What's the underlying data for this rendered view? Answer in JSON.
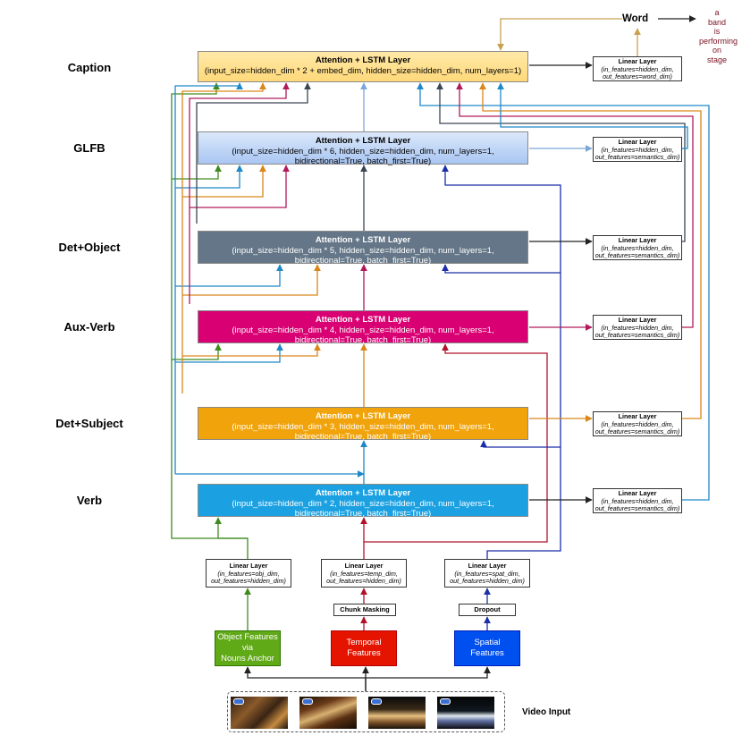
{
  "rows": [
    {
      "key": "caption",
      "label": "Caption",
      "title": "Attention + LSTM Layer",
      "params": "(input_size=hidden_dim * 2 + embed_dim, hidden_size=hidden_dim, num_layers=1)",
      "bg": "#ffe9a8",
      "bg2": "#ffd97a",
      "linear_title": "Linear Layer",
      "linear_params": "(in_features=hidden_dim,\nout_features=word_dim)"
    },
    {
      "key": "glfb",
      "label": "GLFB",
      "title": "Attention + LSTM Layer",
      "params": "(input_size=hidden_dim * 6, hidden_size=hidden_dim, num_layers=1,\nbidirectional=True, batch_first=True)",
      "bg": "#dbe8fb",
      "bg2": "#a9c6f2",
      "linear_title": "Linear Layer",
      "linear_params": "(in_features=hidden_dim,\nout_features=semantics_dim)"
    },
    {
      "key": "detobj",
      "label": "Det+Object",
      "title": "Attention + LSTM Layer",
      "params": "(input_size=hidden_dim * 5, hidden_size=hidden_dim, num_layers=1,\nbidirectional=True, batch_first=True)",
      "bg": "#647687",
      "bg2": "#647687",
      "linear_title": "Linear Layer",
      "linear_params": "(in_features=hidden_dim,\nout_features=semantics_dim)"
    },
    {
      "key": "auxverb",
      "label": "Aux-Verb",
      "title": "Attention + LSTM Layer",
      "params": "(input_size=hidden_dim * 4, hidden_size=hidden_dim, num_layers=1,\nbidirectional=True, batch_first=True)",
      "bg": "#d80073",
      "bg2": "#d80073",
      "linear_title": "Linear Layer",
      "linear_params": "(in_features=hidden_dim,\nout_features=semantics_dim)"
    },
    {
      "key": "detsubj",
      "label": "Det+Subject",
      "title": "Attention + LSTM Layer",
      "params": "(input_size=hidden_dim * 3, hidden_size=hidden_dim, num_layers=1,\nbidirectional=True, batch_first=True)",
      "bg": "#f0a30a",
      "bg2": "#f0a30a",
      "linear_title": "Linear Layer",
      "linear_params": "(in_features=hidden_dim,\nout_features=semantics_dim)"
    },
    {
      "key": "verb",
      "label": "Verb",
      "title": "Attention + LSTM Layer",
      "params": "(input_size=hidden_dim * 2, hidden_size=hidden_dim, num_layers=1,\nbidirectional=True, batch_first=True)",
      "bg": "#1ba1e2",
      "bg2": "#1ba1e2",
      "linear_title": "Linear Layer",
      "linear_params": "(in_features=hidden_dim,\nout_features=semantics_dim)"
    }
  ],
  "inputs": [
    {
      "key": "obj",
      "linear_title": "Linear Layer",
      "linear_params": "(in_features=obj_dim,\nout_features=hidden_dim)",
      "step": "",
      "feature": "Object Features\nvia\nNouns Anchor",
      "color": "#60a917"
    },
    {
      "key": "temp",
      "linear_title": "Linear Layer",
      "linear_params": "(in_features=temp_dim,\nout_features=hidden_dim)",
      "step": "Chunk Masking",
      "feature": "Temporal\nFeatures",
      "color": "#e51400"
    },
    {
      "key": "spat",
      "linear_title": "Linear Layer",
      "linear_params": "(in_features=spat_dim,\nout_features=hidden_dim)",
      "step": "Dropout",
      "feature": "Spatial\nFeatures",
      "color": "#0050ef"
    }
  ],
  "output_word": "Word",
  "output_text": "a\nband\nis\nperforming\non\nstage",
  "video_label": "Video Input",
  "colors": {
    "object": "#3f8a1f",
    "temporal": "#b0122a",
    "spatial": "#1a2fa8",
    "verb_out": "#1e88c8",
    "detsubj_out": "#d9861a",
    "auxverb_out": "#b01a5a",
    "detobj_out": "#3b4654",
    "glfb_out": "#7ba7d8",
    "caption_feedback": "#c9a050",
    "wire": "#222222"
  }
}
